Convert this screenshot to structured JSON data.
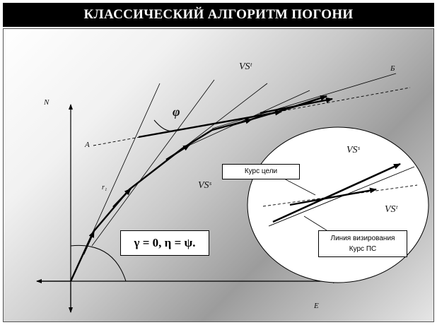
{
  "title": "КЛАССИЧЕСКИЙ АЛГОРИТМ ПОГОНИ",
  "labels": {
    "vs_t_top": "VSᵗ",
    "vs_s_mid": "VSˢ",
    "vs_s_zoom": "VSˢ",
    "vs_t_zoom": "VSᵗ",
    "b_point": "Б",
    "a_point": "А",
    "n_axis": "N",
    "e_axis": "E",
    "r1": "r₁",
    "phi": "φ"
  },
  "formula": "γ = 0, η = ψ.",
  "callouts": {
    "target_course": "Курс цели",
    "sight_line_line1": "Линия визирования",
    "sight_line_line2": "Курс ПС"
  }
}
